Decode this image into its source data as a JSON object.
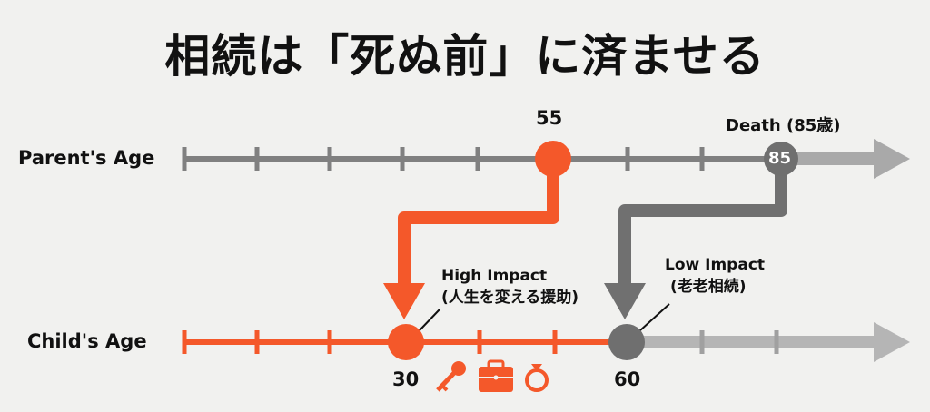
{
  "title": "相続は「死ぬ前」に済ませる",
  "parent": {
    "label": "Parent's Age",
    "marker_age": "55",
    "death_label": "Death (85歳)",
    "death_age": "85"
  },
  "child": {
    "label": "Child's Age",
    "high_age": "30",
    "low_age": "60"
  },
  "high_impact": {
    "title": "High Impact",
    "subtitle": "(人生を変える援助)"
  },
  "low_impact": {
    "title": "Low Impact",
    "subtitle": "(老老相続)"
  },
  "icons": [
    "key-icon",
    "briefcase-icon",
    "ring-icon"
  ],
  "colors": {
    "orange": "#f4582a",
    "dark_gray": "#6f6f6f",
    "light_gray": "#a9a9a9",
    "line_gray": "#808080"
  }
}
